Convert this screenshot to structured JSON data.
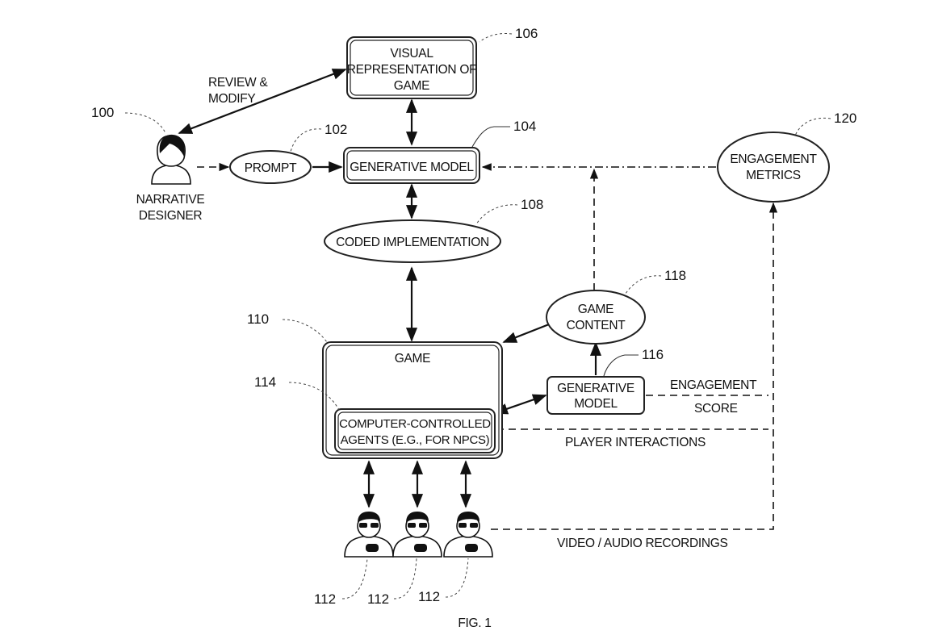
{
  "nodes": {
    "visual_representation": [
      "VISUAL",
      "REPRESENTATION OF",
      "GAME"
    ],
    "prompt": "PROMPT",
    "generative_model_top": "GENERATIVE MODEL",
    "coded_implementation": "CODED IMPLEMENTATION",
    "engagement_metrics": [
      "ENGAGEMENT",
      "METRICS"
    ],
    "game_content": [
      "GAME",
      "CONTENT"
    ],
    "game": "GAME",
    "agents": [
      "COMPUTER-CONTROLLED",
      "AGENTS (E.G., FOR NPCS)"
    ],
    "generative_model_bottom": [
      "GENERATIVE",
      "MODEL"
    ]
  },
  "actors": {
    "designer": [
      "NARRATIVE",
      "DESIGNER"
    ]
  },
  "edge_labels": {
    "review_modify": [
      "REVIEW &",
      "MODIFY"
    ],
    "engagement_score": [
      "ENGAGEMENT",
      "SCORE"
    ],
    "player_interactions": "PLAYER INTERACTIONS",
    "video_audio": "VIDEO / AUDIO RECORDINGS"
  },
  "refs": {
    "designer": "100",
    "prompt": "102",
    "generative_model_top": "104",
    "visual_representation": "106",
    "coded_implementation": "108",
    "game": "110",
    "player_1": "112",
    "player_2": "112",
    "player_3": "112",
    "agents": "114",
    "generative_model_bottom": "116",
    "game_content": "118",
    "engagement_metrics": "120"
  },
  "caption": "FIG. 1"
}
